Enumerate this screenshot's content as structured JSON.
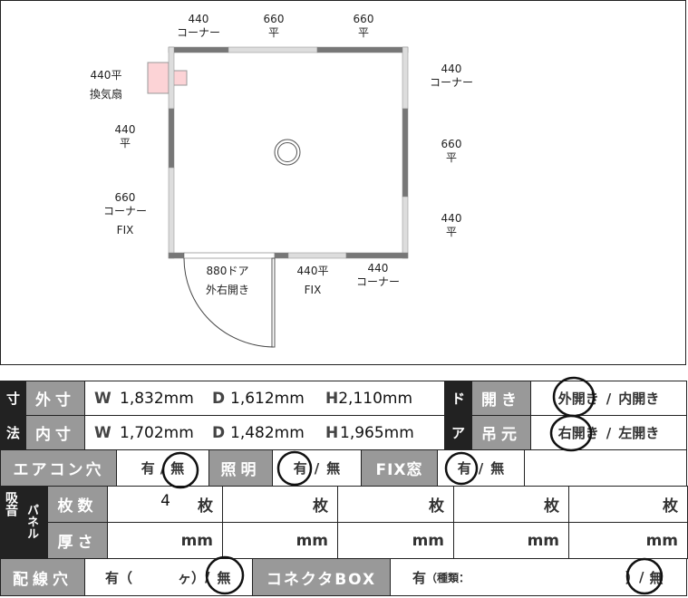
{
  "plan": {
    "top": [
      {
        "size": "440",
        "type": "コーナー"
      },
      {
        "size": "660",
        "type": "平"
      },
      {
        "size": "660",
        "type": "平"
      }
    ],
    "left": [
      {
        "size": "440平",
        "type": "換気扇"
      },
      {
        "size": "440",
        "type": "平"
      },
      {
        "size": "660",
        "type": "コーナー",
        "extra": "FIX"
      }
    ],
    "right": [
      {
        "size": "440",
        "type": "コーナー"
      },
      {
        "size": "660",
        "type": "平"
      },
      {
        "size": "440",
        "type": "平"
      }
    ],
    "bottom": [
      {
        "size": "880ドア",
        "type": "外右開き"
      },
      {
        "size": "440平",
        "type": "FIX"
      },
      {
        "size": "440",
        "type": "コーナー"
      }
    ]
  },
  "form": {
    "dim_head": [
      "寸",
      "法"
    ],
    "outer": {
      "label": "外寸",
      "w_key": "W",
      "w": "1,832mm",
      "d_key": "D",
      "d": "1,612mm",
      "h_key": "H",
      "h": "2,110mm"
    },
    "inner": {
      "label": "内寸",
      "w_key": "W",
      "w": "1,702mm",
      "d_key": "D",
      "d": "1,482mm",
      "h_key": "H",
      "h": "1,965mm"
    },
    "door_head": [
      "ド",
      "ア"
    ],
    "door_open": {
      "label": "開き",
      "opt1": "外開き",
      "sep": "/",
      "opt2": "内開き",
      "selected": "外開き"
    },
    "door_hinge": {
      "label": "吊元",
      "opt1": "右開き",
      "sep": "/",
      "opt2": "左開き",
      "selected": "右開き"
    },
    "aircon": {
      "label": "エアコン穴",
      "yes": "有",
      "sep": "/",
      "no": "無",
      "selected": "無"
    },
    "light": {
      "label": "照明",
      "yes": "有",
      "sep": "/",
      "no": "無",
      "selected": "有"
    },
    "fix": {
      "label": "FIX窓",
      "yes": "有",
      "sep": "/",
      "no": "無",
      "selected": "有"
    },
    "panel_head": [
      "吸音",
      "パネル"
    ],
    "count": {
      "label": "枚数",
      "values": [
        "4",
        "",
        "",
        "",
        "",
        ""
      ],
      "unit": "枚"
    },
    "thick": {
      "label": "厚さ",
      "unit": "mm"
    },
    "wiring": {
      "label": "配線穴",
      "yes": "有（",
      "mid": "ヶ）",
      "sep": "/",
      "no": "無",
      "selected": "無"
    },
    "connector": {
      "label": "コネクタBOX",
      "yes": "有",
      "kind": "（種類：",
      "close": "）",
      "sep": "/",
      "no": "無",
      "selected": "無"
    }
  }
}
